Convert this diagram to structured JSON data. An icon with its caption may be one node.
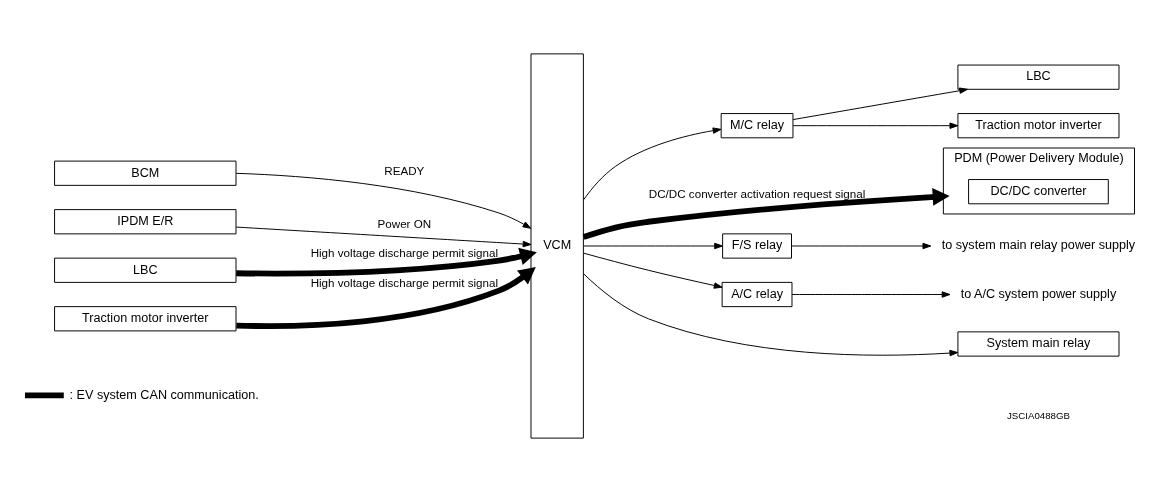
{
  "diagram": {
    "nodes": [
      {
        "text": [
          "BCM"
        ]
      },
      {
        "text": [
          "IPDM E/R"
        ]
      },
      {
        "text": [
          "LBC"
        ]
      },
      {
        "text": [
          "Traction motor inverter"
        ]
      },
      {
        "text": [
          "VCM"
        ]
      },
      {
        "text": [
          "M/C relay"
        ]
      },
      {
        "text": [
          "LBC"
        ]
      },
      {
        "text": [
          "Traction motor inverter"
        ]
      },
      {
        "text": [
          "PDM (Power Delivery Module)"
        ]
      },
      {
        "text": [
          "DC/DC converter"
        ],
        "in": 8
      },
      {
        "text": [
          "F/S relay"
        ]
      },
      {
        "text": [
          "to system main relay power supply"
        ]
      },
      {
        "text": [
          "A/C relay"
        ]
      },
      {
        "text": [
          "to A/C system power supply"
        ]
      },
      {
        "text": [
          "System main relay"
        ]
      }
    ],
    "edges": [
      {
        "from": 0,
        "to": 4,
        "arrow": "to",
        "label": "READY"
      },
      {
        "from": 1,
        "to": 4,
        "arrow": "to",
        "label": "Power ON"
      },
      {
        "from": 2,
        "to": 4,
        "arrow": "to",
        "label": "High voltage discharge permit signal",
        "style": "thick"
      },
      {
        "from": 3,
        "to": 4,
        "arrow": "to",
        "label": "High voltage discharge permit signal",
        "style": "thick"
      },
      {
        "from": 4,
        "to": 5,
        "arrow": "to"
      },
      {
        "from": 5,
        "to": 6,
        "arrow": "to"
      },
      {
        "from": 5,
        "to": 7,
        "arrow": "to"
      },
      {
        "from": 4,
        "to": 8,
        "arrow": "to",
        "label": "DC/DC converter activation request signal",
        "style": "thick"
      },
      {
        "from": 4,
        "to": 10,
        "arrow": "to"
      },
      {
        "from": 10,
        "to": 11,
        "arrow": "to"
      },
      {
        "from": 4,
        "to": 12,
        "arrow": "to"
      },
      {
        "from": 12,
        "to": 13,
        "arrow": "to"
      },
      {
        "from": 4,
        "to": 14,
        "arrow": "to"
      }
    ],
    "labels": [
      "JSCIA0488GB"
    ],
    "legend": [
      {
        "text": ": EV system CAN communication."
      }
    ]
  }
}
